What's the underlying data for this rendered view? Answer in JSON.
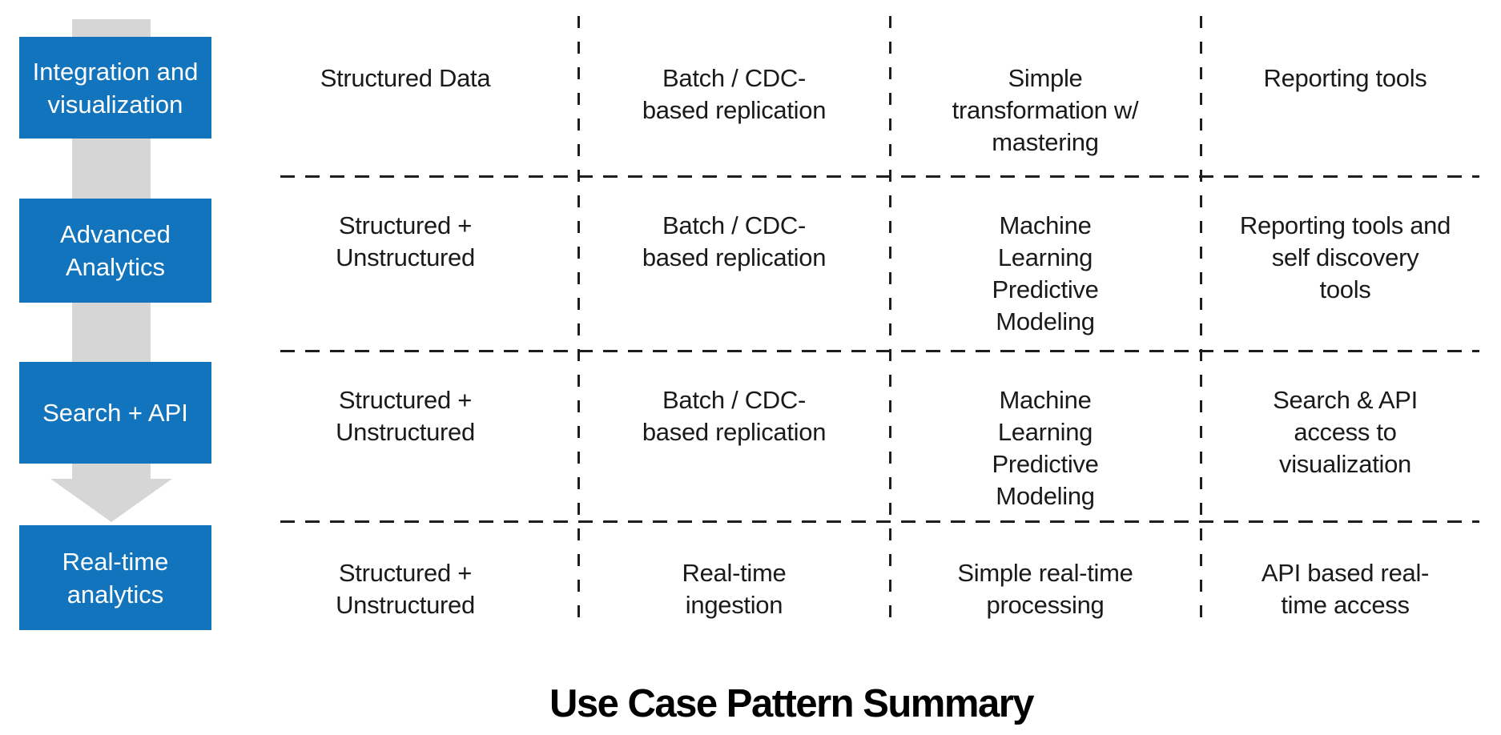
{
  "title": "Use Case Pattern Summary",
  "colors": {
    "stage_blue": "#1274bc",
    "arrow_gray": "#d6d6d6",
    "text": "#1a1a1a"
  },
  "flow": {
    "arrow_icon": "down-arrow",
    "stages": [
      {
        "label": "Integration and\nvisualization"
      },
      {
        "label": "Advanced\nAnalytics"
      },
      {
        "label": "Search + API"
      },
      {
        "label": "Real-time\nanalytics"
      }
    ]
  },
  "table": {
    "rows": [
      {
        "stage": "Integration and visualization",
        "cells": [
          "Structured Data",
          "Batch / CDC-\nbased replication",
          "Simple\ntransformation w/\nmastering",
          "Reporting tools"
        ]
      },
      {
        "stage": "Advanced Analytics",
        "cells": [
          "Structured +\nUnstructured",
          "Batch / CDC-\nbased replication",
          "Machine\nLearning\nPredictive\nModeling",
          "Reporting tools and\nself discovery\ntools"
        ]
      },
      {
        "stage": "Search + API",
        "cells": [
          "Structured +\nUnstructured",
          "Batch / CDC-\nbased replication",
          "Machine\nLearning\nPredictive\nModeling",
          "Search & API\naccess to\nvisualization"
        ]
      },
      {
        "stage": "Real-time analytics",
        "cells": [
          "Structured +\nUnstructured",
          "Real-time\ningestion",
          "Simple real-time\nprocessing",
          "API based real-\ntime access"
        ]
      }
    ]
  }
}
